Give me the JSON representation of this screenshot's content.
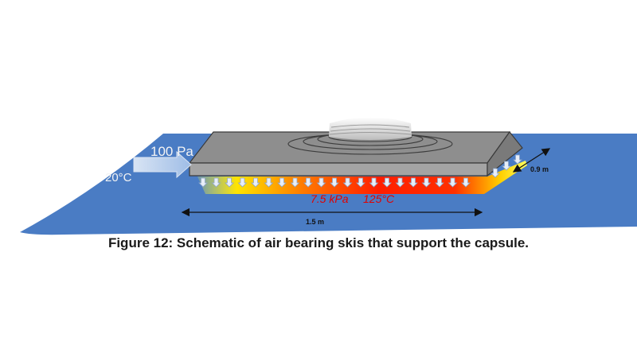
{
  "labels": {
    "inflow_pressure": "100 Pa",
    "inflow_temperature": "20°C",
    "film_pressure": "7.5 kPa",
    "film_temperature": "125°C",
    "length": "1.5 m",
    "width": "0.9 m"
  },
  "caption": "Figure 12: Schematic of air bearing skis that support the capsule.",
  "colors": {
    "track": "#4a7cc4",
    "ski_top": "#8e8e8e",
    "ski_front": "#a4a4a4",
    "ski_side": "#7a7a7a",
    "film_hot": "#ff1e00",
    "film_warm": "#ffee00",
    "text_red": "#e00000"
  }
}
